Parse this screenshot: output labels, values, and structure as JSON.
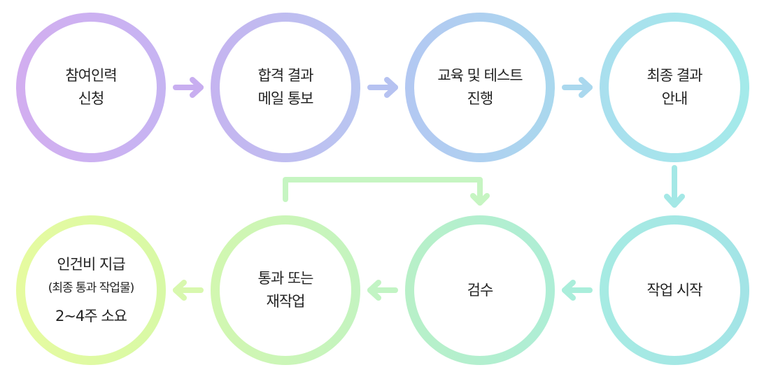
{
  "steps": [
    {
      "id": "apply",
      "lines": [
        "참여인력",
        "신청"
      ],
      "color": "#d2aef0",
      "color2": "#c6b4f2"
    },
    {
      "id": "pass-mail",
      "lines": [
        "합격 결과",
        "메일 통보"
      ],
      "color": "#c5b4f0",
      "color2": "#b9c6f1"
    },
    {
      "id": "edu-test",
      "lines": [
        "교육 및 테스트",
        "진행"
      ],
      "color": "#b3c8f2",
      "color2": "#aad8ee"
    },
    {
      "id": "final-result",
      "lines": [
        "최종 결과",
        "안내"
      ],
      "color": "#a9dfee",
      "color2": "#a4eaea"
    },
    {
      "id": "work-start",
      "lines": [
        "작업 시작"
      ],
      "color": "#a6ebe3",
      "color2": "#a3e4e6"
    },
    {
      "id": "review",
      "lines": [
        "검수"
      ],
      "color": "#b8f0c8",
      "color2": "#aeeed6"
    },
    {
      "id": "pass-or-rework",
      "lines": [
        "통과 또는",
        "재작업"
      ],
      "color": "#d2f7b0",
      "color2": "#c4f4c0"
    },
    {
      "id": "payment",
      "lines": [
        "인건비 지급"
      ],
      "sub": "(최종 통과 작업물)",
      "note": "2~4주 소요",
      "color": "#e6fba0",
      "color2": "#d8f9a6"
    }
  ],
  "arrows": [
    {
      "from": "apply",
      "to": "pass-mail",
      "color": "#c8aef0"
    },
    {
      "from": "pass-mail",
      "to": "edu-test",
      "color": "#b6c2f1"
    },
    {
      "from": "edu-test",
      "to": "final-result",
      "color": "#aad8ee"
    },
    {
      "from": "final-result",
      "to": "work-start",
      "color": "#a4e8e6"
    },
    {
      "from": "work-start",
      "to": "review",
      "color": "#aaeedb"
    },
    {
      "from": "review",
      "to": "pass-or-rework",
      "color": "#c2f4c4"
    },
    {
      "from": "pass-or-rework",
      "to": "payment",
      "color": "#d8f8ae"
    },
    {
      "from": "pass-or-rework",
      "to": "review",
      "color": "#c6f5c2",
      "kind": "loop"
    }
  ]
}
